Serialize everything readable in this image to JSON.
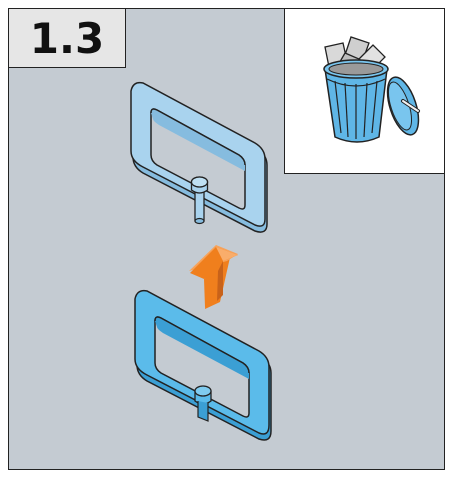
{
  "step": {
    "label": "1.3"
  },
  "inset": {
    "icon": "trash-can-icon",
    "meaning": "discard"
  },
  "parts": {
    "upper_clip": {
      "state": "removed",
      "fill": "#a9d3ee"
    },
    "lower_clip": {
      "state": "installed",
      "fill": "#5bbbea"
    }
  },
  "arrow": {
    "icon": "arrow-up-icon",
    "color": "#f07f1d"
  },
  "colors": {
    "background": "#c4cbd2",
    "badge": "#e6e6e6",
    "outline": "#222222",
    "trash_blue": "#5fb6e6"
  }
}
